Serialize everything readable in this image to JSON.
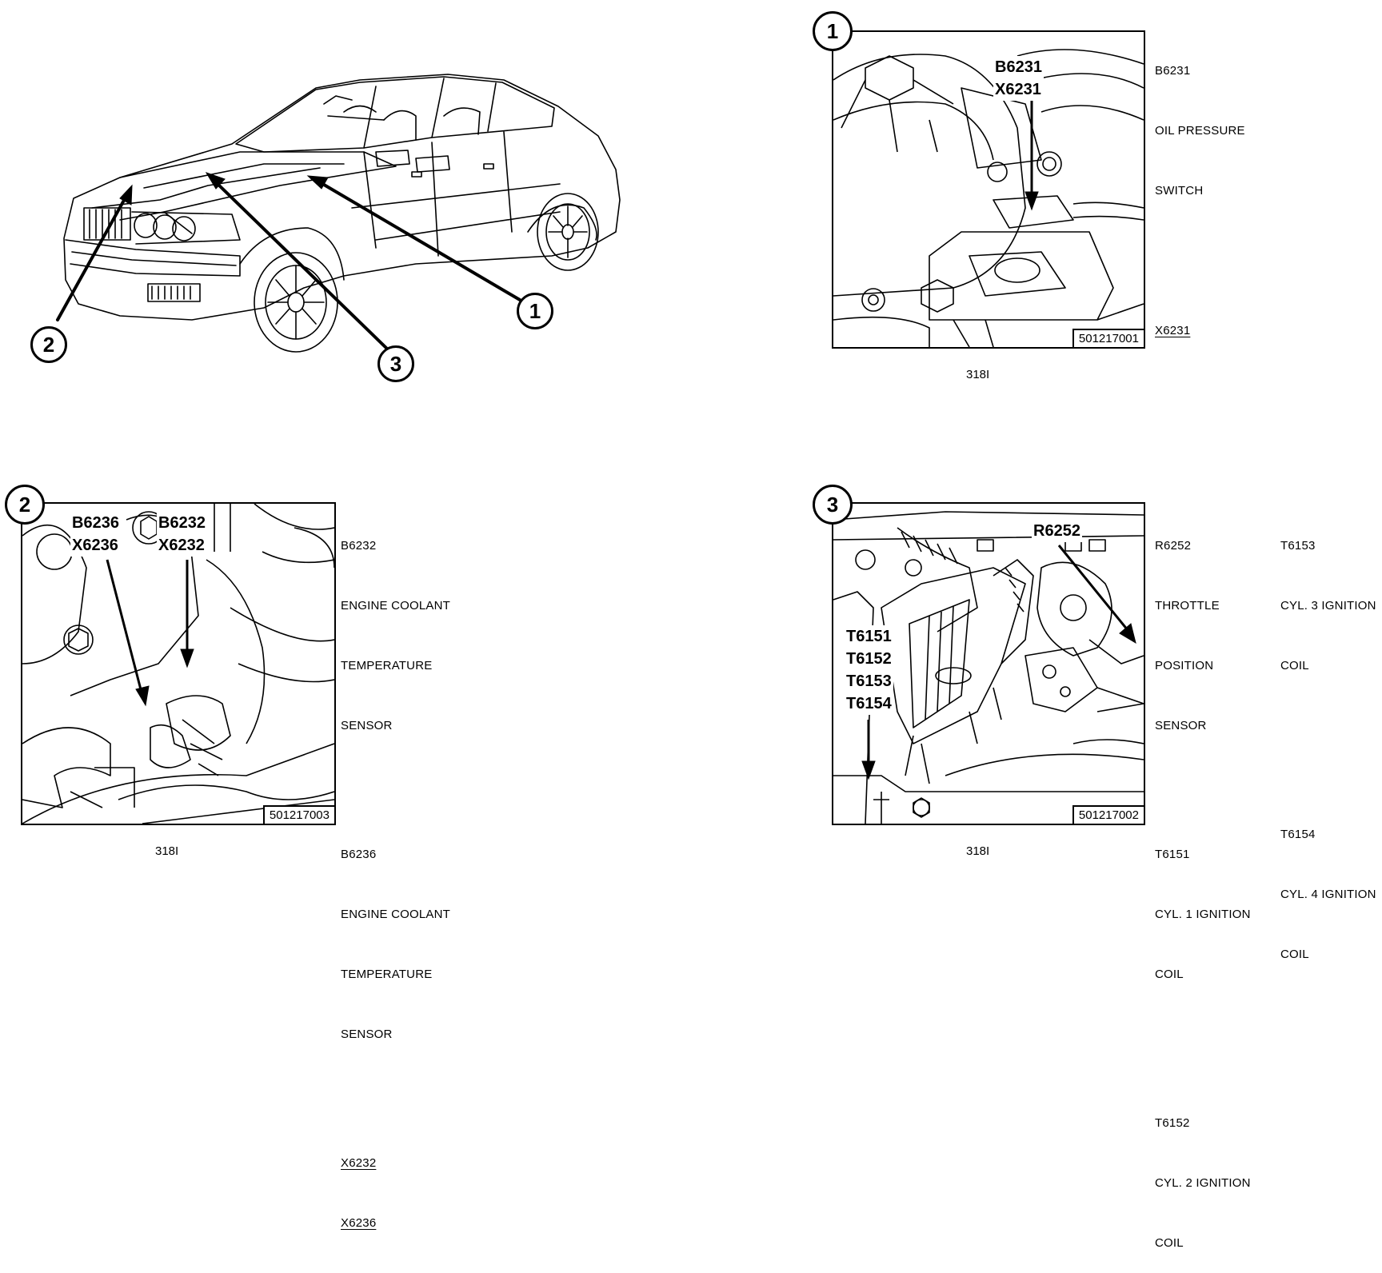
{
  "car_overview": {
    "callouts": [
      "1",
      "2",
      "3"
    ]
  },
  "panel1": {
    "number": "1",
    "codes": [
      "B6231",
      "X6231"
    ],
    "ref": "501217001",
    "caption": "318I",
    "legend": [
      {
        "code": "B6231",
        "lines": [
          "OIL PRESSURE",
          "SWITCH"
        ]
      },
      {
        "code": "X6231",
        "lines": [],
        "underline": true
      }
    ]
  },
  "panel2": {
    "number": "2",
    "codes_left": [
      "B6236",
      "X6236"
    ],
    "codes_right": [
      "B6232",
      "X6232"
    ],
    "ref": "501217003",
    "caption": "318I",
    "legend": [
      {
        "code": "B6232",
        "lines": [
          "ENGINE COOLANT",
          "TEMPERATURE",
          "SENSOR"
        ]
      },
      {
        "code": "B6236",
        "lines": [
          "ENGINE COOLANT",
          "TEMPERATURE",
          "SENSOR"
        ]
      },
      {
        "code": "X6232",
        "underline": true
      },
      {
        "code": "X6236",
        "underline": true
      }
    ]
  },
  "panel3": {
    "number": "3",
    "code_top": "R6252",
    "codes_left": [
      "T6151",
      "T6152",
      "T6153",
      "T6154"
    ],
    "ref": "501217002",
    "caption": "318I",
    "legend_col1": [
      {
        "code": "R6252",
        "lines": [
          "THROTTLE",
          "POSITION",
          "SENSOR"
        ]
      },
      {
        "code": "T6151",
        "lines": [
          "CYL. 1 IGNITION",
          "COIL"
        ]
      },
      {
        "code": "T6152",
        "lines": [
          "CYL. 2 IGNITION",
          "COIL"
        ]
      }
    ],
    "legend_col2": [
      {
        "code": "T6153",
        "lines": [
          "CYL. 3 IGNITION",
          "COIL"
        ]
      },
      {
        "code": "T6154",
        "lines": [
          "CYL. 4 IGNITION",
          "COIL"
        ]
      }
    ]
  }
}
